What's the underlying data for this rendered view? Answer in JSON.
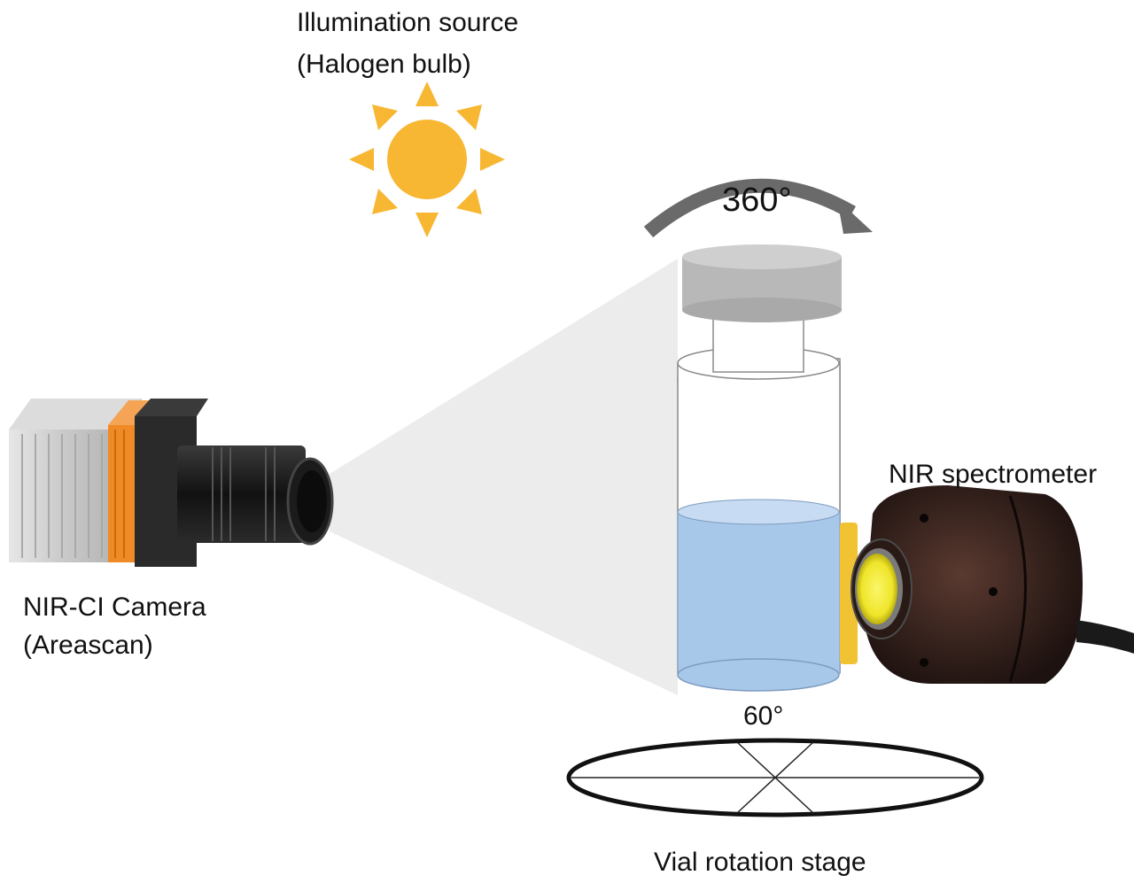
{
  "labels": {
    "illumination_line1": "Illumination source",
    "illumination_line2": "(Halogen bulb)",
    "rotation_angle": "360°",
    "spectrometer": "NIR spectrometer",
    "camera_line1": "NIR-CI Camera",
    "camera_line2": "(Areascan)",
    "stage_angle": "60°",
    "stage": "Vial rotation stage"
  },
  "colors": {
    "sun": "#f7b733",
    "liquid": "#a8c8ea",
    "cap": "#b8b8b8",
    "camera_body": "#cfcfcf",
    "camera_accent": "#f08a24",
    "spectrometer_lens": "#f4ee2a",
    "arrow": "#6a6a6a"
  },
  "icons": {
    "light_source": "sun-icon",
    "camera": "camera-icon",
    "spectrometer": "spectrometer-icon",
    "rotation": "rotation-arrow-icon"
  }
}
